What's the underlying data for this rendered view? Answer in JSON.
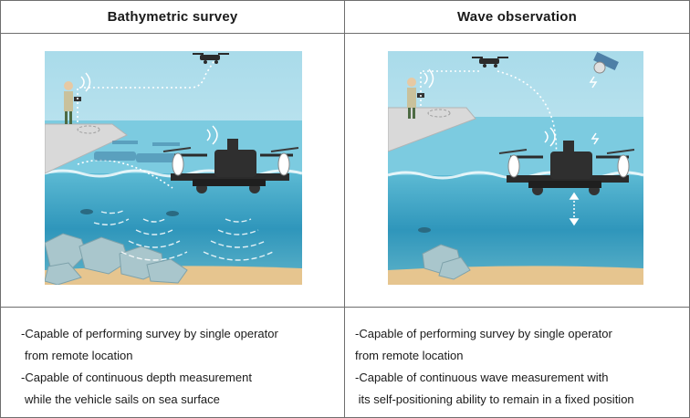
{
  "columns": [
    {
      "title": "Bathymetric survey",
      "illustration": "bathymetric-survey-illustration",
      "lines": [
        "-Capable of performing survey by single operator",
        "from remote location",
        "-Capable of continuous depth measurement",
        "while the vehicle sails on sea surface"
      ]
    },
    {
      "title": "Wave observation",
      "illustration": "wave-observation-illustration",
      "lines": [
        "-Capable of performing survey by single operator",
        "from remote location",
        "-Capable of continuous wave measurement with",
        " its self-positioning ability to remain in a fixed position"
      ]
    }
  ],
  "colors": {
    "sky": "#bfe3ef",
    "sea_surface": "#6cc0d8",
    "deep_sea": "#2d8fb4",
    "sand": "#e8c994",
    "pier": "#d8d8d8",
    "drone": "#2b2b2b",
    "rocks": "#a9c3c9"
  }
}
